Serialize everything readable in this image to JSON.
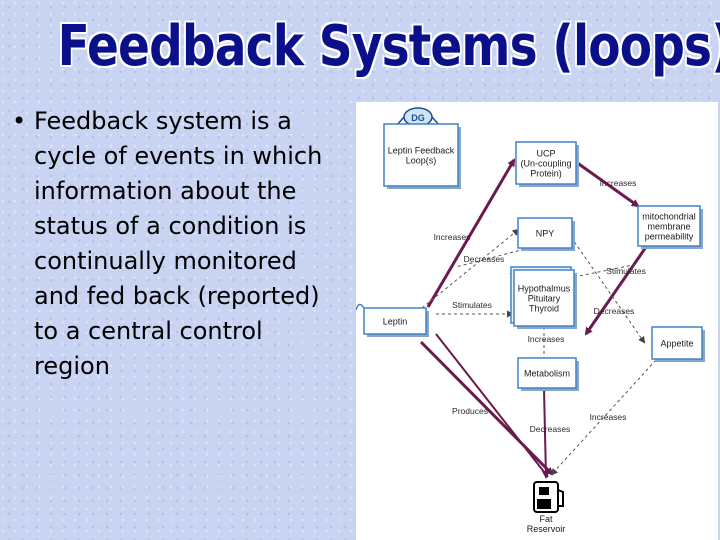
{
  "slide": {
    "title": "Feedback Systems (loops)",
    "bullet": "Feedback system is a cycle of events in which information about the status of a condition is continually monitored and fed back (reported) to a central control region"
  },
  "diagram": {
    "nodes": {
      "leptin_loop": [
        "Leptin Feedback",
        "Loop(s)"
      ],
      "ucp": [
        "UCP",
        "(Un-coupling",
        "Protein)"
      ],
      "npy": [
        "NPY"
      ],
      "mito": [
        "mitochondrial",
        "membrane",
        "permeability"
      ],
      "leptin": [
        "Leptin"
      ],
      "hpt": [
        "Hypothalmus",
        "Pituitary",
        "Thyroid"
      ],
      "appetite": [
        "Appetite"
      ],
      "metabolism": [
        "Metabolism"
      ],
      "fat": [
        "Fat",
        "Reservoir"
      ]
    },
    "labels": {
      "increases_ucp": "Increases",
      "increases_npy": "Increases",
      "increases_meta": "Increases",
      "decreases_meta": "Decreases",
      "produces": "Produces",
      "stimulates_leptin": "Stimulates",
      "stimulates_hpt": "Stimulates",
      "decreases_npy": "Decreases",
      "decreases_app": "Decreases",
      "increases_app": "Increases"
    },
    "colors": {
      "arrow": "#6a1a4c",
      "box_border": "#3f83c8",
      "box_fill": "#ffffff"
    }
  }
}
